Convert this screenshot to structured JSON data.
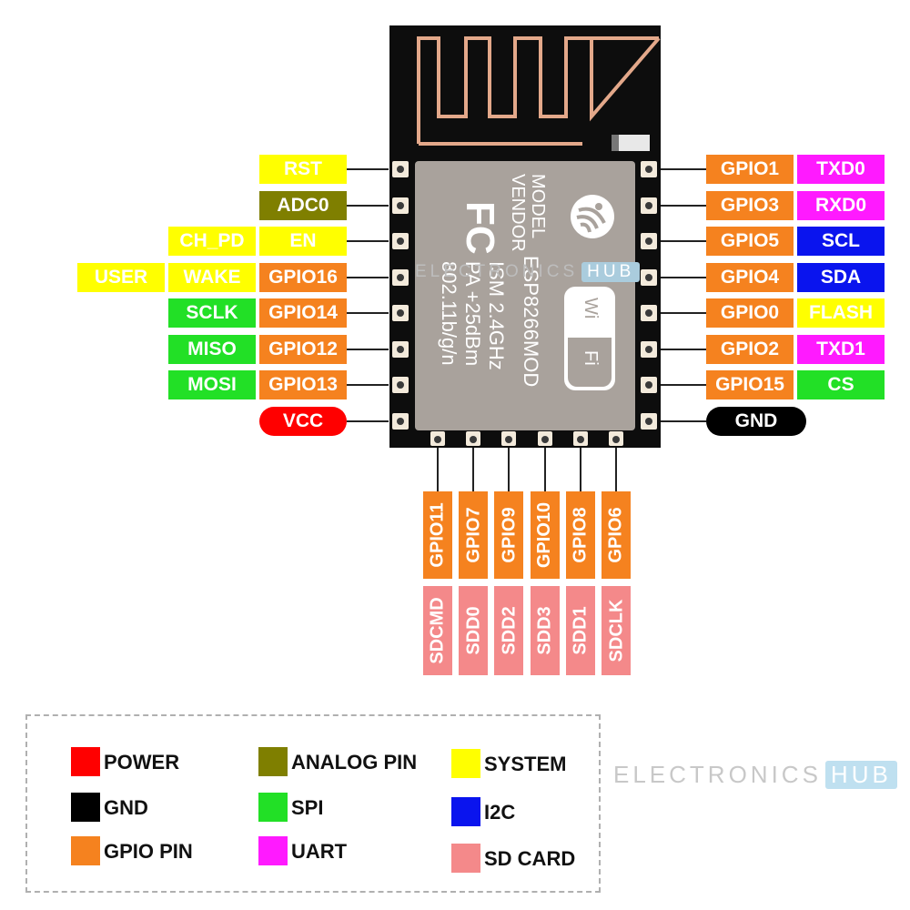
{
  "colors": {
    "system": "#ffff00",
    "analog": "#7f7f00",
    "gpio": "#f5821f",
    "spi": "#22e026",
    "uart": "#ff1aff",
    "i2c": "#0a14ee",
    "power": "#ff0000",
    "gnd": "#000000",
    "sdcard": "#f4898a"
  },
  "module": {
    "model_label": "MODEL",
    "model_value": "ESP8266MOD",
    "vendor_label": "VENDOR",
    "fc_mark": "FC",
    "ism": "ISM  2.4GHz",
    "pa": "PA +25dBm",
    "std": "802.11b/g/n",
    "wifi_wi": "Wi",
    "wifi_fi": "Fi",
    "logo_icon": "espressif-logo-icon",
    "antenna_icon": "pcb-antenna-icon"
  },
  "left_pins": [
    {
      "labels": [
        {
          "text": "RST",
          "role": "system"
        }
      ]
    },
    {
      "labels": [
        {
          "text": "ADC0",
          "role": "analog"
        }
      ]
    },
    {
      "labels": [
        {
          "text": "EN",
          "role": "system"
        },
        {
          "text": "CH_PD",
          "role": "system"
        }
      ]
    },
    {
      "labels": [
        {
          "text": "GPIO16",
          "role": "gpio"
        },
        {
          "text": "WAKE",
          "role": "system"
        },
        {
          "text": "USER",
          "role": "system"
        }
      ]
    },
    {
      "labels": [
        {
          "text": "GPIO14",
          "role": "gpio"
        },
        {
          "text": "SCLK",
          "role": "spi"
        }
      ]
    },
    {
      "labels": [
        {
          "text": "GPIO12",
          "role": "gpio"
        },
        {
          "text": "MISO",
          "role": "spi"
        }
      ]
    },
    {
      "labels": [
        {
          "text": "GPIO13",
          "role": "gpio"
        },
        {
          "text": "MOSI",
          "role": "spi"
        }
      ]
    },
    {
      "labels": [
        {
          "text": "VCC",
          "role": "power"
        }
      ]
    }
  ],
  "right_pins": [
    {
      "labels": [
        {
          "text": "GPIO1",
          "role": "gpio"
        },
        {
          "text": "TXD0",
          "role": "uart"
        }
      ]
    },
    {
      "labels": [
        {
          "text": "GPIO3",
          "role": "gpio"
        },
        {
          "text": "RXD0",
          "role": "uart"
        }
      ]
    },
    {
      "labels": [
        {
          "text": "GPIO5",
          "role": "gpio"
        },
        {
          "text": "SCL",
          "role": "i2c"
        }
      ]
    },
    {
      "labels": [
        {
          "text": "GPIO4",
          "role": "gpio"
        },
        {
          "text": "SDA",
          "role": "i2c"
        }
      ]
    },
    {
      "labels": [
        {
          "text": "GPIO0",
          "role": "gpio"
        },
        {
          "text": "FLASH",
          "role": "system"
        }
      ]
    },
    {
      "labels": [
        {
          "text": "GPIO2",
          "role": "gpio"
        },
        {
          "text": "TXD1",
          "role": "uart"
        }
      ]
    },
    {
      "labels": [
        {
          "text": "GPIO15",
          "role": "gpio"
        },
        {
          "text": "CS",
          "role": "spi"
        }
      ]
    },
    {
      "labels": [
        {
          "text": "GND",
          "role": "gnd"
        }
      ]
    }
  ],
  "bottom_pins": [
    {
      "gpio": "GPIO11",
      "sd": "SDCMD"
    },
    {
      "gpio": "GPIO7",
      "sd": "SDD0"
    },
    {
      "gpio": "GPIO9",
      "sd": "SDD2"
    },
    {
      "gpio": "GPIO10",
      "sd": "SDD3"
    },
    {
      "gpio": "GPIO8",
      "sd": "SDD1"
    },
    {
      "gpio": "GPIO6",
      "sd": "SDCLK"
    }
  ],
  "legend": [
    {
      "label": "POWER",
      "role": "power"
    },
    {
      "label": "GND",
      "role": "gnd"
    },
    {
      "label": "GPIO PIN",
      "role": "gpio"
    },
    {
      "label": "ANALOG PIN",
      "role": "analog"
    },
    {
      "label": "SPI",
      "role": "spi"
    },
    {
      "label": "UART",
      "role": "uart"
    },
    {
      "label": "SYSTEM",
      "role": "system"
    },
    {
      "label": "I2C",
      "role": "i2c"
    },
    {
      "label": "SD CARD",
      "role": "sdcard"
    }
  ],
  "watermark": {
    "electronics": "ELECTRONICS",
    "hub": "HUB"
  }
}
